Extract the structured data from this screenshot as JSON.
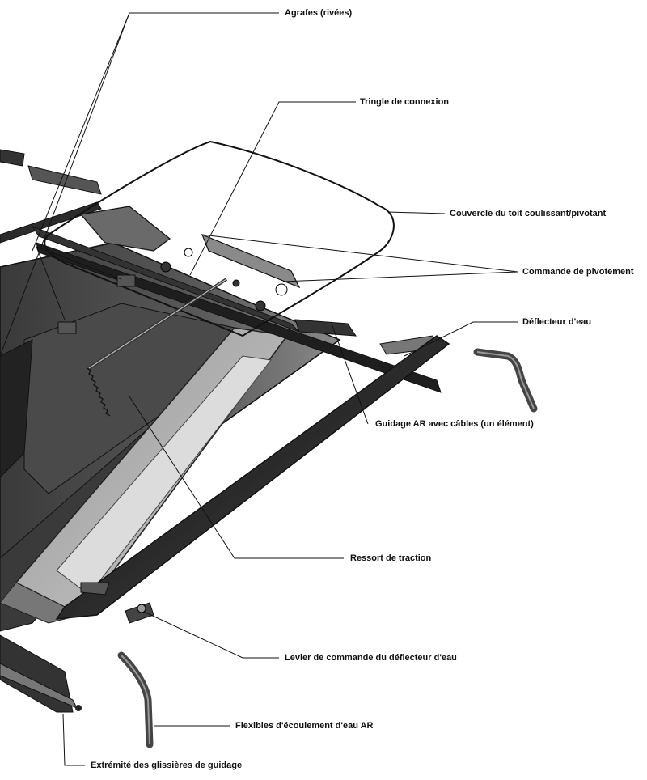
{
  "diagram": {
    "callouts": [
      {
        "id": "agrafes",
        "label": "Agrafes (rivées)"
      },
      {
        "id": "tringle",
        "label": "Tringle de connexion"
      },
      {
        "id": "couvercle",
        "label": "Couvercle du toit coulissant/pivotant"
      },
      {
        "id": "commande",
        "label": "Commande de pivotement"
      },
      {
        "id": "deflecteur",
        "label": "Déflecteur d'eau"
      },
      {
        "id": "guidage",
        "label": "Guidage AR avec câbles (un élément)"
      },
      {
        "id": "ressort",
        "label": "Ressort de traction"
      },
      {
        "id": "levier",
        "label": "Levier de commande du déflecteur d'eau"
      },
      {
        "id": "flexibles",
        "label": "Flexibles d'écoulement d'eau AR"
      },
      {
        "id": "extremite",
        "label": "Extrémité des glissières de guidage"
      }
    ]
  }
}
